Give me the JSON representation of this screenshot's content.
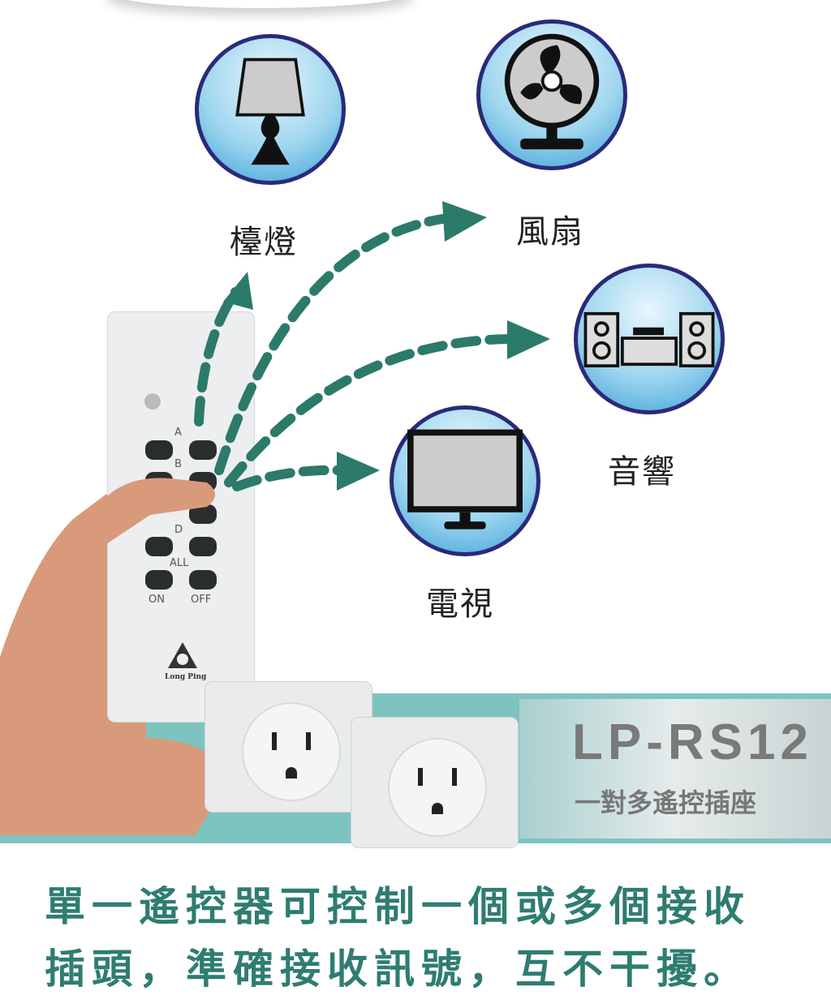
{
  "devices": [
    {
      "name": "lamp",
      "label": "檯燈"
    },
    {
      "name": "fan",
      "label": "風扇"
    },
    {
      "name": "stereo",
      "label": "音響"
    },
    {
      "name": "tv",
      "label": "電視"
    }
  ],
  "remote": {
    "groups": [
      "A",
      "B",
      "D",
      "ALL"
    ],
    "on": "ON",
    "off": "OFF",
    "brand": "Long Ping"
  },
  "product": {
    "model": "LP-RS12",
    "subtitle": "一對多遙控插座"
  },
  "headline": {
    "line1": "單一遙控器可控制一個或多個接收",
    "line2": "插頭，準確接收訊號，互不干擾。"
  },
  "colors": {
    "teal": "#2c7a6a",
    "band": "#7dc4c0",
    "circle_border": "#2a2a7a"
  }
}
